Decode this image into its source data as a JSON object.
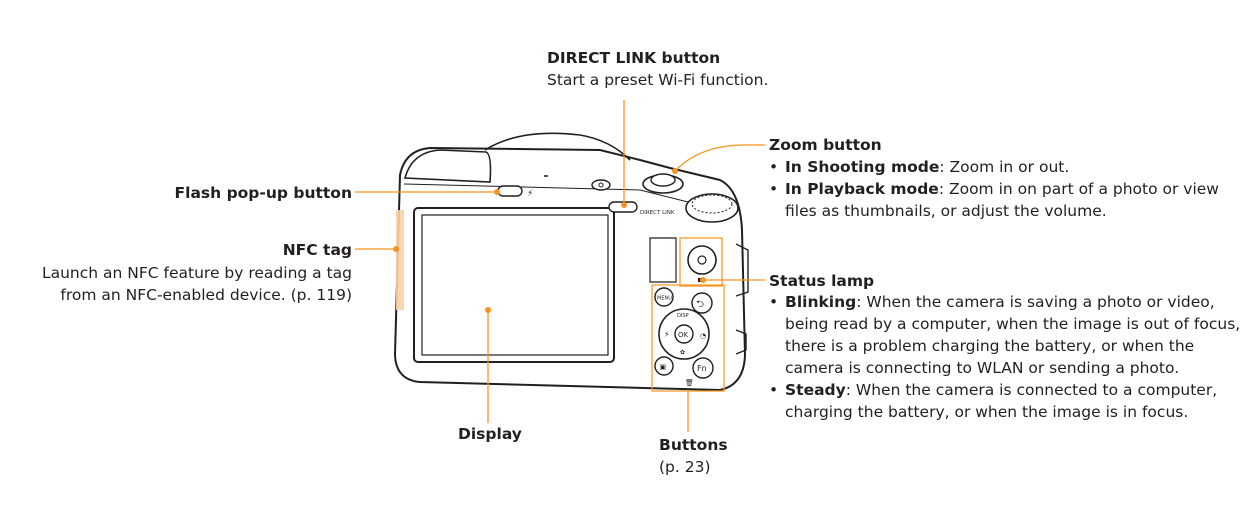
{
  "callouts": {
    "direct_link": {
      "title": "DIRECT LINK button",
      "desc": "Start a preset Wi-Fi function."
    },
    "zoom": {
      "title": "Zoom button",
      "items": [
        {
          "term": "In Shooting mode",
          "text": ": Zoom in or out."
        },
        {
          "term": "In Playback mode",
          "text": ": Zoom in on part of a photo or view",
          "cont": "files as thumbnails, or adjust the volume."
        }
      ]
    },
    "flash": {
      "title": "Flash pop-up button"
    },
    "nfc": {
      "title": "NFC tag",
      "desc_1": "Launch an NFC feature by reading a tag",
      "desc_2": "from an NFC-enabled device. (p. 119)"
    },
    "status_lamp": {
      "title": "Status lamp",
      "items": [
        {
          "term": "Blinking",
          "text": ": When the camera is saving a photo or video,",
          "cont": [
            "being read by a computer, when the image is out of focus,",
            "there is a problem charging the battery, or when the",
            "camera is connecting to WLAN or sending a photo."
          ]
        },
        {
          "term": "Steady",
          "text": ": When the camera is connected to a computer,",
          "cont": [
            "charging the battery, or when the image is in focus."
          ]
        }
      ]
    },
    "display": {
      "title": "Display"
    },
    "buttons": {
      "title": "Buttons",
      "desc": "(p. 23)"
    }
  },
  "camera_labels": {
    "direct_link_small": "DIRECT LINK",
    "menu": "MENU",
    "ok": "OK",
    "fn": "Fn",
    "disp": "DISP"
  },
  "colors": {
    "leader": "#f7941d",
    "body_outline": "#231f20"
  }
}
